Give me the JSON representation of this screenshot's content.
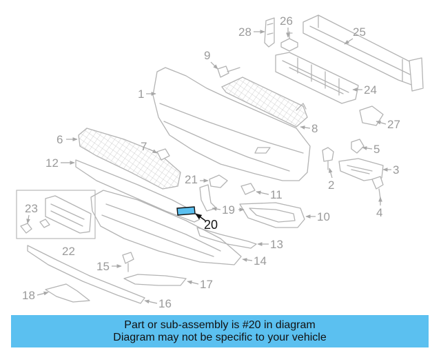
{
  "diagram": {
    "callouts": [
      "1",
      "2",
      "3",
      "4",
      "5",
      "6",
      "7",
      "8",
      "9",
      "10",
      "11",
      "12",
      "13",
      "14",
      "15",
      "16",
      "17",
      "18",
      "19",
      "20",
      "21",
      "22",
      "23",
      "24",
      "25",
      "26",
      "27",
      "28"
    ],
    "highlighted_part": "20",
    "highlight_color": "#5bc0f0"
  },
  "banner": {
    "line1": "Part or sub-assembly is #20 in diagram",
    "line2": "Diagram may not be specific to your vehicle",
    "background": "#5bc0f0"
  }
}
